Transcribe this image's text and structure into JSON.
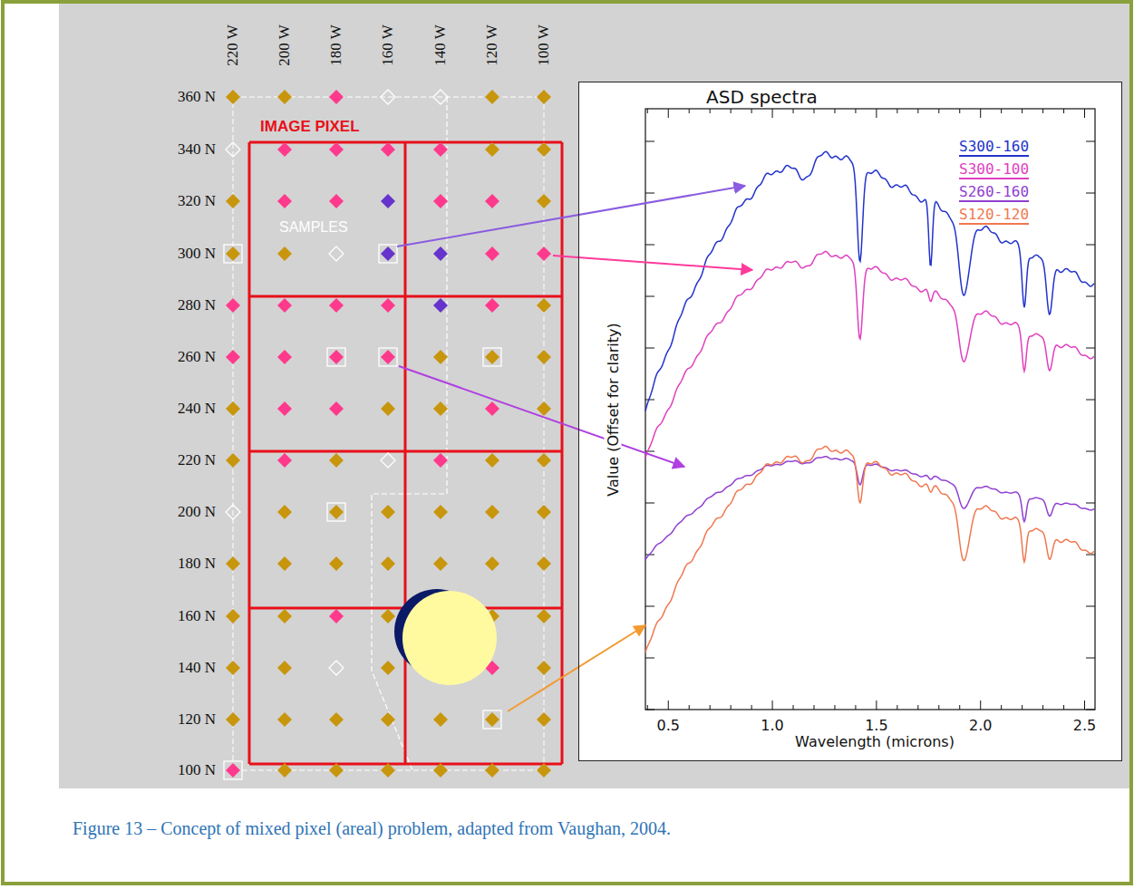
{
  "diagram": {
    "caption": "Figure 13 – Concept of mixed pixel (areal) problem, adapted from Vaughan, 2004.",
    "nodes": [
      {
        "text": [
          "ASD spectra"
        ]
      }
    ],
    "labels": [
      "220 W",
      "200 W",
      "180 W",
      "160 W",
      "140 W",
      "120 W",
      "100 W",
      "360 N",
      "340 N",
      "320 N",
      "300 N",
      "280 N",
      "260 N",
      "240 N",
      "220 N",
      "200 N",
      "180 N",
      "160 N",
      "140 N",
      "120 N",
      "100 N",
      "IMAGE PIXEL",
      "SAMPLES",
      "Value (Offset for clarity)",
      "0.5",
      "1.0",
      "1.5",
      "2.0",
      "2.5",
      "Wavelength (microns)"
    ],
    "legend": [
      {
        "text": "S300-160",
        "color": "#2233cc"
      },
      {
        "text": "S300-100",
        "color": "#e040c0"
      },
      {
        "text": "S260-160",
        "color": "#9040d0"
      },
      {
        "text": "S120-120",
        "color": "#f07850"
      }
    ]
  }
}
